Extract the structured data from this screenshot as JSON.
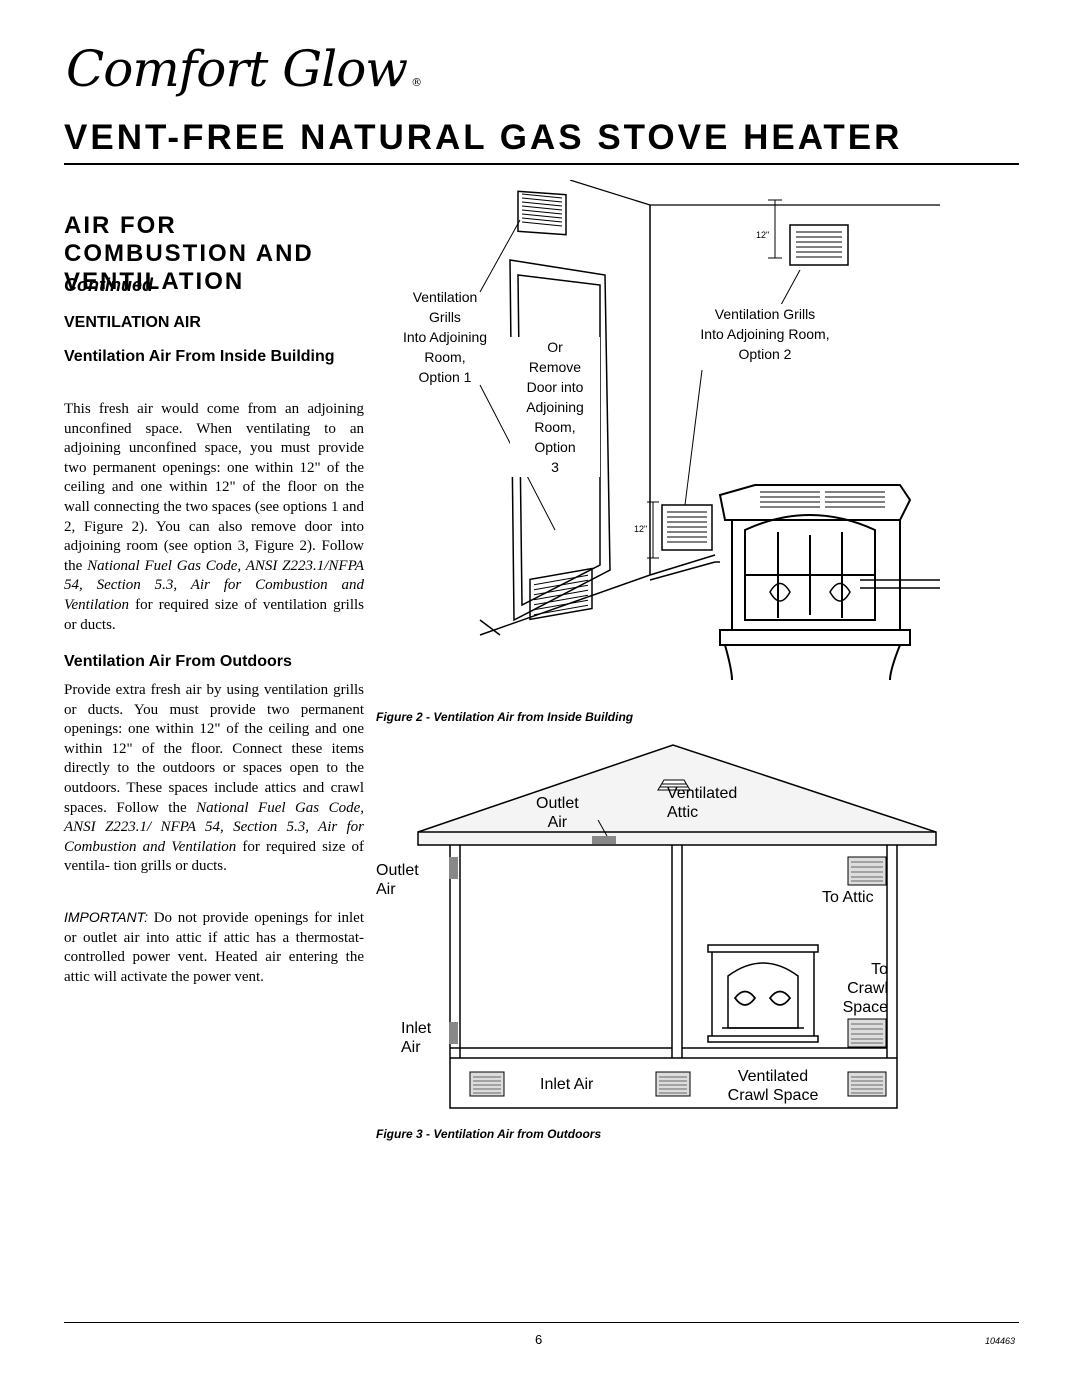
{
  "header": {
    "logo_text": "Comfort Glow",
    "logo_mark": "®",
    "title": "VENT-FREE NATURAL GAS STOVE HEATER"
  },
  "section": {
    "title_lines": [
      "AIR FOR",
      "COMBUSTION AND",
      "VENTILATION"
    ],
    "continued": "Continued",
    "subheading": "VENTILATION AIR"
  },
  "inside": {
    "heading": "Ventilation Air From Inside Building",
    "p1": "This fresh air would come from an adjoining unconfined space. When ventilating to an adjoining unconfined space, you must provide two permanent openings: one within 12\" of the ceiling and one within 12\" of the floor on the wall connecting the two spaces (see options 1 and 2, Figure 2). You can also remove door into adjoining room (see option 3, Figure 2). Follow the ",
    "p1_ital": "National Fuel Gas Code, ANSI Z223.1/NFPA 54, Section 5.3, Air for Combustion and Ventilation",
    "p1_end": " for required size of ventilation grills or ducts."
  },
  "outdoors": {
    "heading": "Ventilation Air From Outdoors",
    "p1": "Provide extra fresh air by using ventilation grills or ducts. You must provide two permanent openings: one within 12\" of the ceiling and one within 12\" of the floor. Connect these items directly to the outdoors or spaces open to the outdoors. These spaces include attics and crawl spaces. Follow the ",
    "p1_ital": "National Fuel Gas Code, ANSI Z223.1/ NFPA 54, Section 5.3, Air for Combustion and Ventilation",
    "p1_end": " for required size of ventila- tion grills or ducts.",
    "important_label": "IMPORTANT:",
    "important_text": " Do not provide openings for inlet or outlet air into attic if attic has a thermostat-controlled power vent. Heated air entering the attic will activate the power vent."
  },
  "figure2": {
    "caption": "Figure 2 - Ventilation Air from Inside Building",
    "label_option1": [
      "Ventilation",
      "Grills",
      "Into Adjoining",
      "Room,",
      "Option 1"
    ],
    "label_option3": [
      "Or",
      "Remove",
      "Door into",
      "Adjoining",
      "Room,",
      "Option",
      "3"
    ],
    "label_option2": [
      "Ventilation Grills",
      "Into Adjoining Room,",
      "Option 2"
    ],
    "dim_top": "12\"",
    "dim_bottom": "12\""
  },
  "figure3": {
    "caption": "Figure 3 - Ventilation Air from Outdoors",
    "outlet_air_attic": [
      "Outlet",
      "Air"
    ],
    "ventilated_attic": [
      "Ventilated",
      "Attic"
    ],
    "outlet_air_wall": [
      "Outlet",
      "Air"
    ],
    "to_attic": "To Attic",
    "to_crawl": [
      "To",
      "Crawl",
      "Space"
    ],
    "inlet_air_wall": [
      "Inlet",
      "Air"
    ],
    "inlet_air": "Inlet Air",
    "ventilated_crawl": [
      "Ventilated",
      "Crawl Space"
    ]
  },
  "footer": {
    "page_number": "6",
    "doc_number": "104463"
  }
}
